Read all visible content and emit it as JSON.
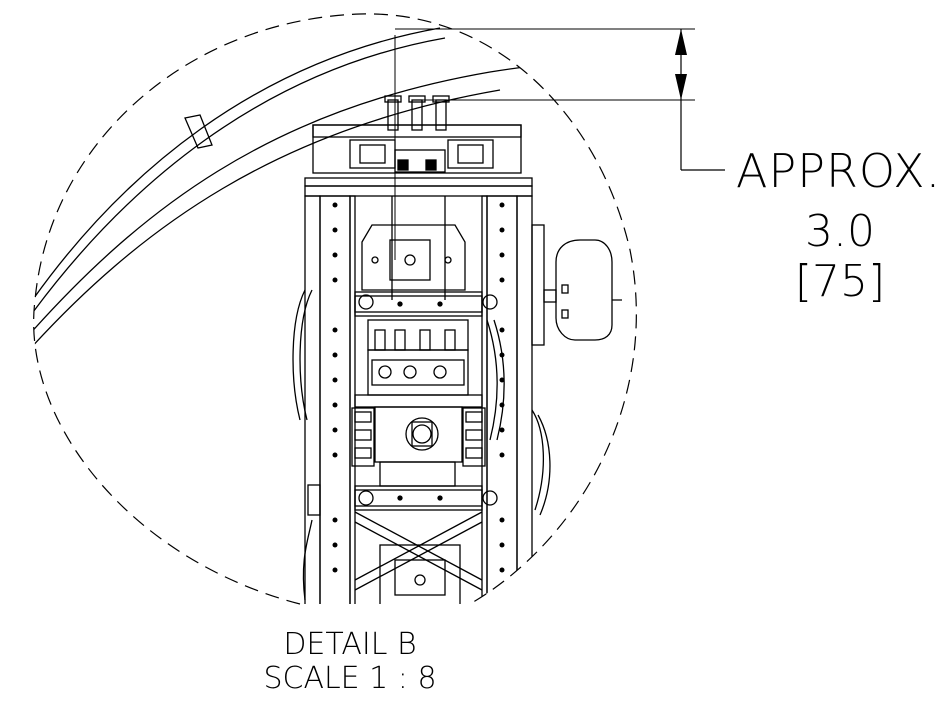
{
  "detail": {
    "title": "DETAIL B",
    "scale": "SCALE 1 : 8"
  },
  "dimension": {
    "qualifier": "APPROX.",
    "value_in": "3.0",
    "value_mm": "[75]"
  }
}
